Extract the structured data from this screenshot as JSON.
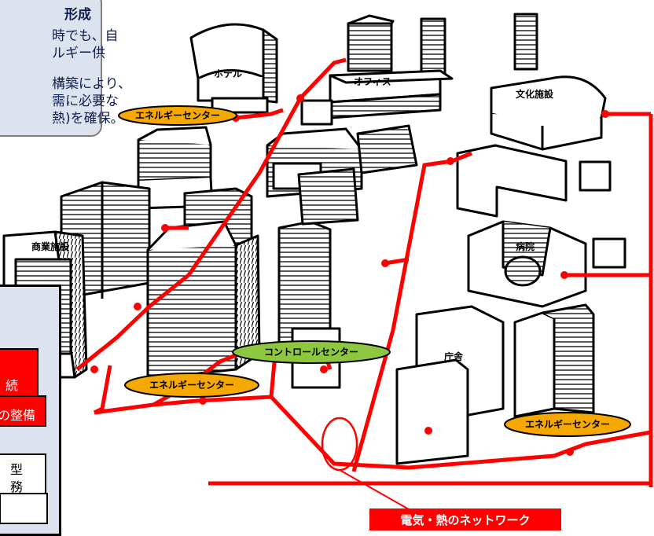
{
  "callout": {
    "title": "形成",
    "lines": [
      "時でも、自",
      "ルギー供",
      "構築により、",
      "需に必要な",
      "熱)を確保。"
    ]
  },
  "legend": {
    "boxes": [
      "続",
      "の整備",
      "型",
      "務"
    ]
  },
  "buildings": {
    "hotel": "ホテル",
    "office": "オフィス",
    "culture": "文化施設",
    "commercial": "商業施設",
    "hospital": "病院",
    "government": "庁舎"
  },
  "centers": {
    "energy_top": "エネルギーセンター",
    "energy_bottom_left": "エネルギーセンター",
    "energy_bottom_right": "エネルギーセンター",
    "control": "コントロールセンター"
  },
  "network_label": "電気・熱のネットワーク",
  "colors": {
    "network": "#ff0000",
    "energy_center": "#f5a800",
    "control_center": "#8dc63f",
    "callout_bg": "#dce3ef"
  }
}
